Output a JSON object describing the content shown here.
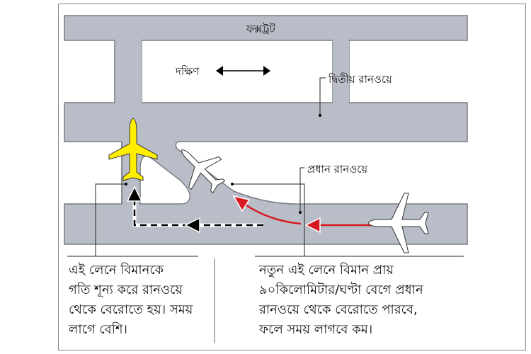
{
  "labels": {
    "foxtrot": "ফক্সট্রট",
    "south": "দক্ষিণ",
    "second_runway": "দ্বিতীয় রানওয়ে",
    "main_runway": "প্রধান রানওয়ে"
  },
  "captions": {
    "left": [
      "এই লেনে বিমানকে",
      "গতি শূন্য করে রানওয়ে",
      "থেকে বেরোতে হয়। সময়",
      "লাগে বেশি।"
    ],
    "right": [
      "নতুন এই লেনে বিমান প্রায়",
      "৯০কিলোমিটার/ঘণ্টা বেগে প্রধান",
      "রানওয়ে থেকে বেরোতে পারবে,",
      "ফলে সময় লাগবে কম।"
    ]
  },
  "colors": {
    "runway": "#b8bdc8",
    "runway_edge": "#7a7d83",
    "highlight_plane": "#ffee00",
    "fast_path": "#d7191f"
  }
}
